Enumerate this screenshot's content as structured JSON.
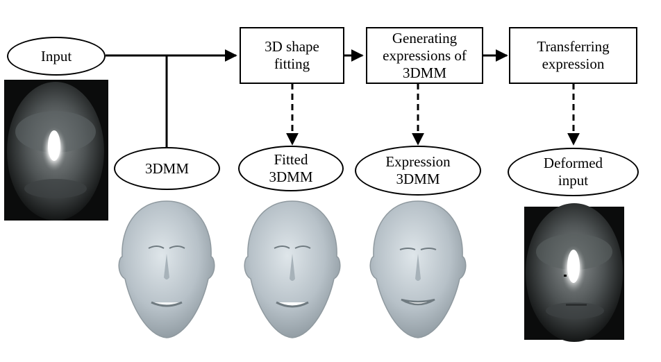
{
  "nodes": {
    "input": "Input",
    "shape_fitting": "3D shape\nfitting",
    "generating": "Generating\nexpressions of\n3DMM",
    "transferring": "Transferring\nexpression",
    "model_3dmm": "3DMM",
    "fitted": "Fitted\n3DMM",
    "expression": "Expression\n3DMM",
    "deformed": "Deformed\ninput"
  },
  "images": {
    "input_depth": "depth-map-face",
    "mesh_3dmm": "3d-face-mesh-neutral",
    "mesh_fitted": "3d-face-mesh-fitted",
    "mesh_expression": "3d-face-mesh-expression",
    "deformed_depth": "depth-map-face-deformed"
  },
  "colors": {
    "line": "#000000",
    "mesh": "#b9c3c9",
    "depth_bg": "#0b0c0c"
  }
}
